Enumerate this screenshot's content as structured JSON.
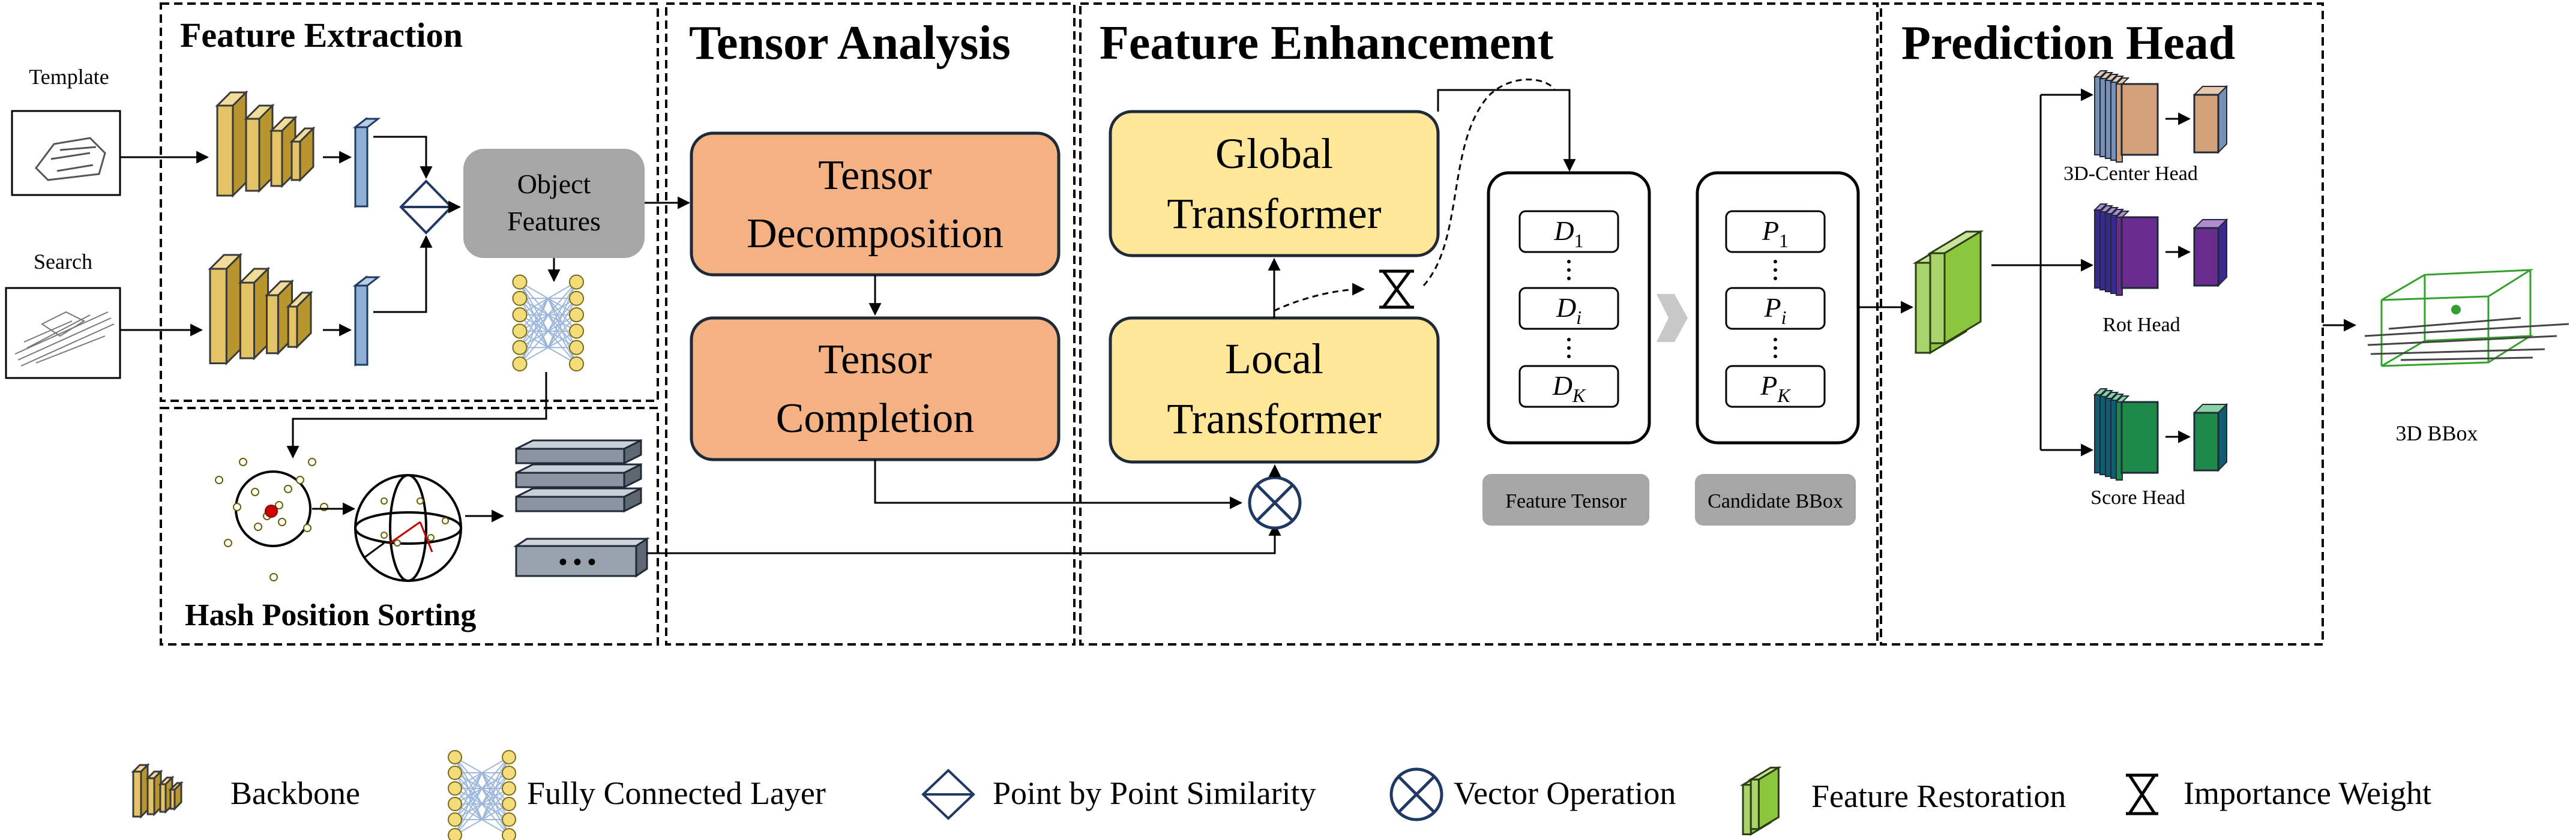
{
  "sections": {
    "feature_extraction": "Feature Extraction",
    "hash_position_sorting": "Hash Position Sorting",
    "tensor_analysis": "Tensor Analysis",
    "feature_enhancement": "Feature Enhancement",
    "prediction_head": "Prediction Head"
  },
  "inputs": {
    "template": "Template",
    "search": "Search"
  },
  "object_features": [
    "Object",
    "Features"
  ],
  "tensor_boxes": {
    "decomposition": [
      "Tensor",
      "Decomposition"
    ],
    "completion": [
      "Tensor",
      "Completion"
    ]
  },
  "transformers": {
    "global": [
      "Global",
      "Transformer"
    ],
    "local": [
      "Local",
      "Transformer"
    ]
  },
  "feature_tensor": {
    "label": "Feature Tensor",
    "items": [
      "D",
      "1",
      "D",
      "i",
      "D",
      "K"
    ]
  },
  "candidate_bbox": {
    "label": "Candidate BBox",
    "items": [
      "P",
      "1",
      "P",
      "i",
      "P",
      "K"
    ]
  },
  "dots_glyph": "• • •",
  "heads": {
    "center": "3D-Center Head",
    "rot": "Rot Head",
    "score": "Score Head"
  },
  "output": "3D BBox",
  "legend": {
    "backbone": "Backbone",
    "fc": "Fully Connected Layer",
    "similarity": "Point by Point Similarity",
    "vector": "Vector Operation",
    "restoration": "Feature Restoration",
    "importance": "Importance Weight"
  },
  "colors": {
    "backbone": "#e3c366",
    "fc_node": "#f3dd7a",
    "small_block": "#8fb0d6",
    "object_features": "#a6a6a6",
    "tensor_box": "#f4b183",
    "transformer_box": "#ffe699",
    "label_gray": "#a6a6a6",
    "restoration": "#8cc63f",
    "center_head": "#d4a07a",
    "rot_head": "#6a2c91",
    "score_head": "#1e8a4a"
  }
}
